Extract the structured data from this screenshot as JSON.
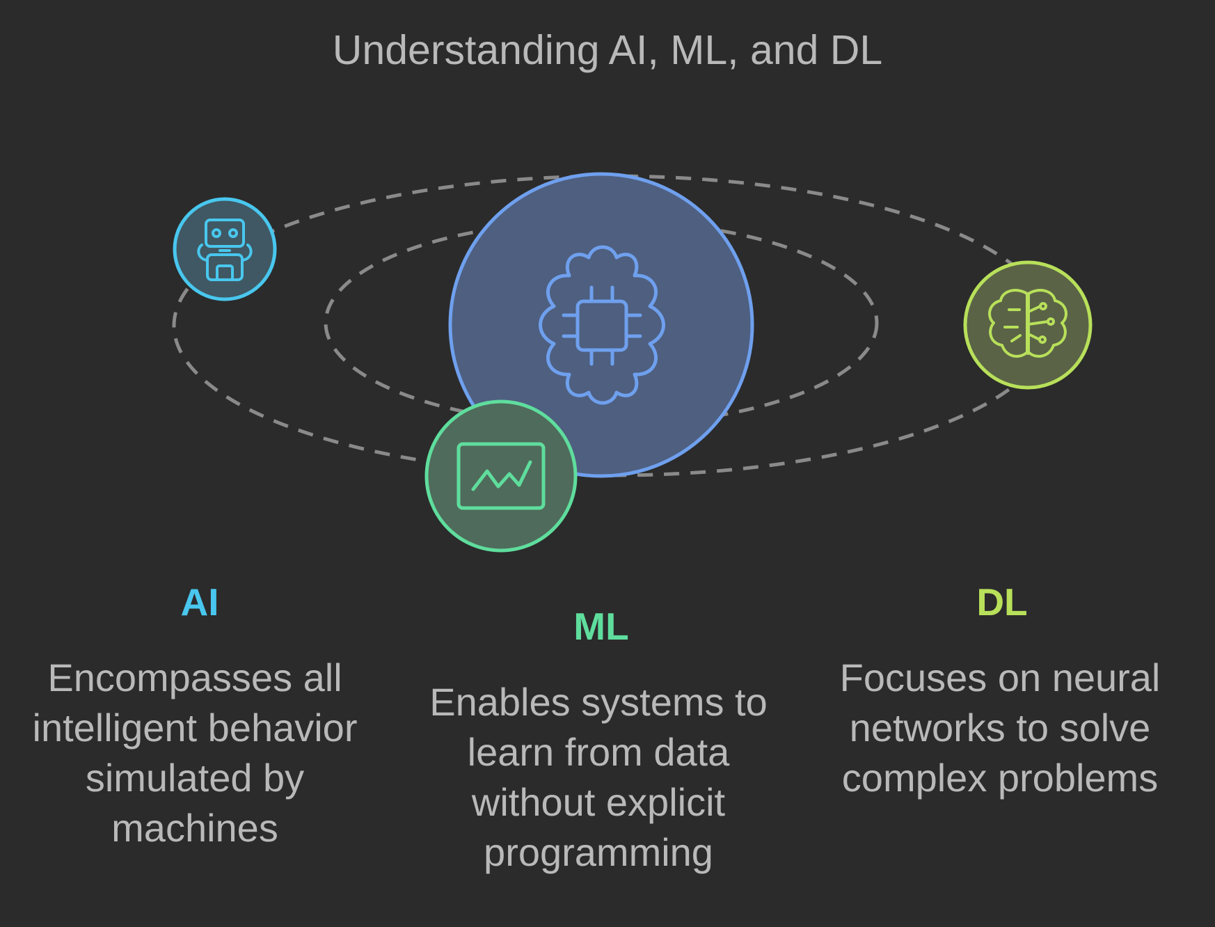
{
  "title": "Understanding AI, ML, and DL",
  "concepts": [
    {
      "label": "AI",
      "description": "Encompasses all intelligent behavior simulated by machines",
      "icon": "robot-icon",
      "color": "#49c7ee"
    },
    {
      "label": "ML",
      "description": "Enables systems to learn from data without explicit programming",
      "icon": "chart-monitor-icon",
      "color": "#5fdd9d"
    },
    {
      "label": "DL",
      "description": "Focuses on neural networks to solve complex problems",
      "icon": "brain-circuit-icon",
      "color": "#b8e05a"
    }
  ],
  "center_icon": "brain-chip-icon",
  "center_color": "#6fa0ee"
}
